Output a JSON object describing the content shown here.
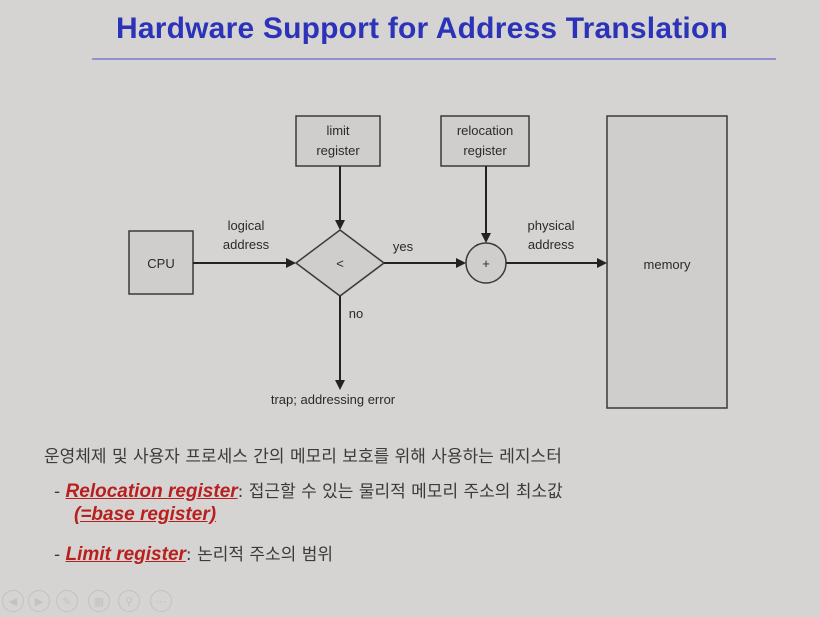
{
  "title": "Hardware Support for Address Translation",
  "diagram": {
    "cpu": "CPU",
    "limit_register": [
      "limit",
      "register"
    ],
    "relocation_register": [
      "relocation",
      "register"
    ],
    "logical_address": [
      "logical",
      "address"
    ],
    "comparator": "<",
    "yes": "yes",
    "no": "no",
    "adder": "+",
    "physical_address": [
      "physical",
      "address"
    ],
    "memory": "memory",
    "trap": "trap; addressing error"
  },
  "notes": {
    "intro": "운영체제 및 사용자 프로세스 간의 메모리 보호를 위해 사용하는 레지스터",
    "items": [
      {
        "dash": "-",
        "term": "Relocation register",
        "colon": ":",
        "desc": "접근할 수 있는 물리적 메모리 주소의 최소값",
        "sub": "(=base register)"
      },
      {
        "dash": "-",
        "term": "Limit register",
        "colon": ":",
        "desc": "논리적 주소의 범위"
      }
    ]
  },
  "toolbar_icons": [
    "back-icon",
    "forward-icon",
    "pen-icon",
    "grid-icon",
    "zoom-icon",
    "more-icon"
  ]
}
